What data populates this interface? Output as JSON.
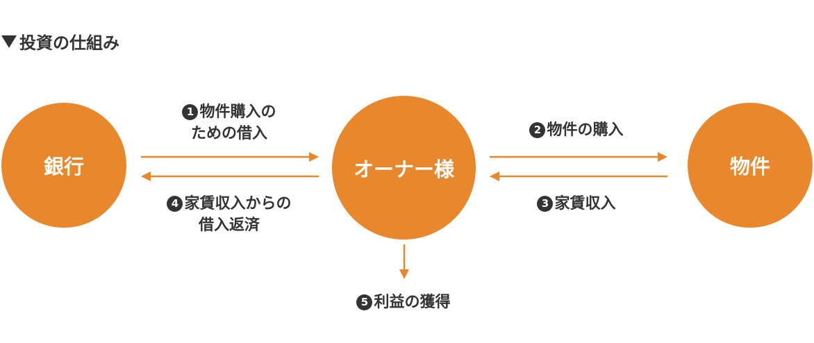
{
  "heading": "投資の仕組み",
  "nodes": {
    "bank": "銀行",
    "owner": "オーナー様",
    "property": "物件"
  },
  "flows": {
    "f1": {
      "num": "1",
      "line1": "物件購入の",
      "line2": "ための借入"
    },
    "f2": {
      "num": "2",
      "line1": "物件の購入"
    },
    "f3": {
      "num": "3",
      "line1": "家賃収入"
    },
    "f4": {
      "num": "4",
      "line1": "家賃収入からの",
      "line2": "借入返済"
    },
    "f5": {
      "num": "5",
      "line1": "利益の獲得"
    }
  },
  "colors": {
    "accent": "#e8872c",
    "text": "#333333"
  }
}
